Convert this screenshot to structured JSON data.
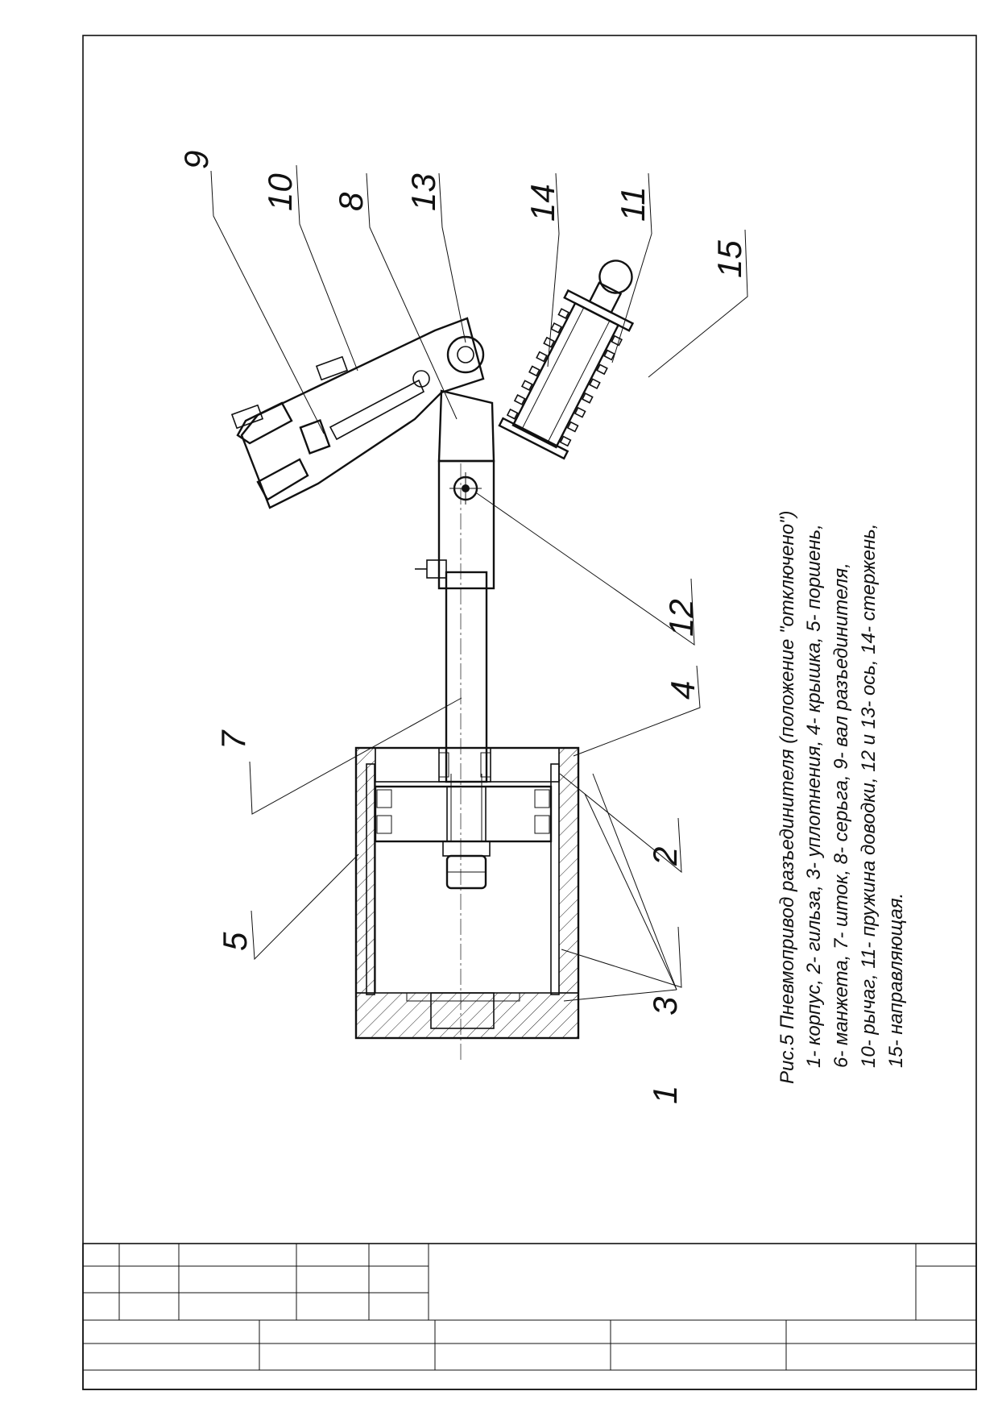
{
  "caption": {
    "title": "Рис.5 Пневмопривод разъединителя (положение \"отключено\")",
    "legend": [
      "1- корпус, 2- гильза, 3- уплотнения, 4- крышка, 5- поршень,",
      "6- манжета, 7- шток, 8- серьга, 9- вал разъединителя,",
      "10- рычаг, 11- пружина доводки, 12 и 13- ось, 14- стержень,",
      "15- направляющая."
    ]
  },
  "callouts": {
    "c1": "1",
    "c2": "2",
    "c3": "3",
    "c4": "4",
    "c5": "5",
    "c7": "7",
    "c8": "8",
    "c9": "9",
    "c10": "10",
    "c11": "11",
    "c12": "12",
    "c13": "13",
    "c14": "14",
    "c15": "15"
  }
}
